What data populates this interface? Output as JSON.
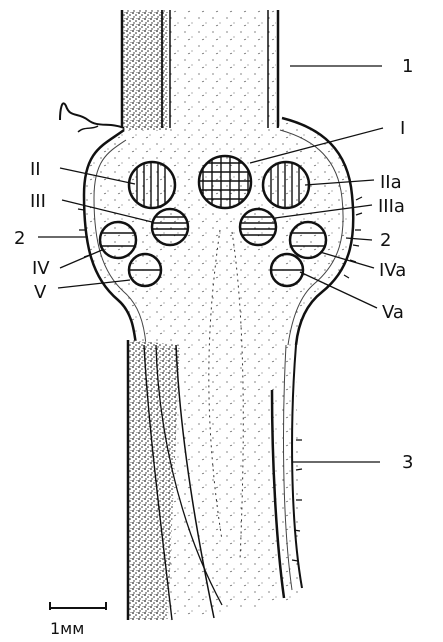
{
  "labels": {
    "one_right": "1",
    "one_center": "I",
    "two_left": "2",
    "two_right": "2",
    "three": "3",
    "II": "II",
    "III": "III",
    "IV": "IV",
    "V": "V",
    "IIa": "IIa",
    "IIIa": "IIIa",
    "IVa": "IVa",
    "Va": "Va"
  },
  "scale_bar": {
    "label": "1мм"
  },
  "colors": {
    "ink": "#111111",
    "stipple": "#222222",
    "background": "#ffffff"
  }
}
